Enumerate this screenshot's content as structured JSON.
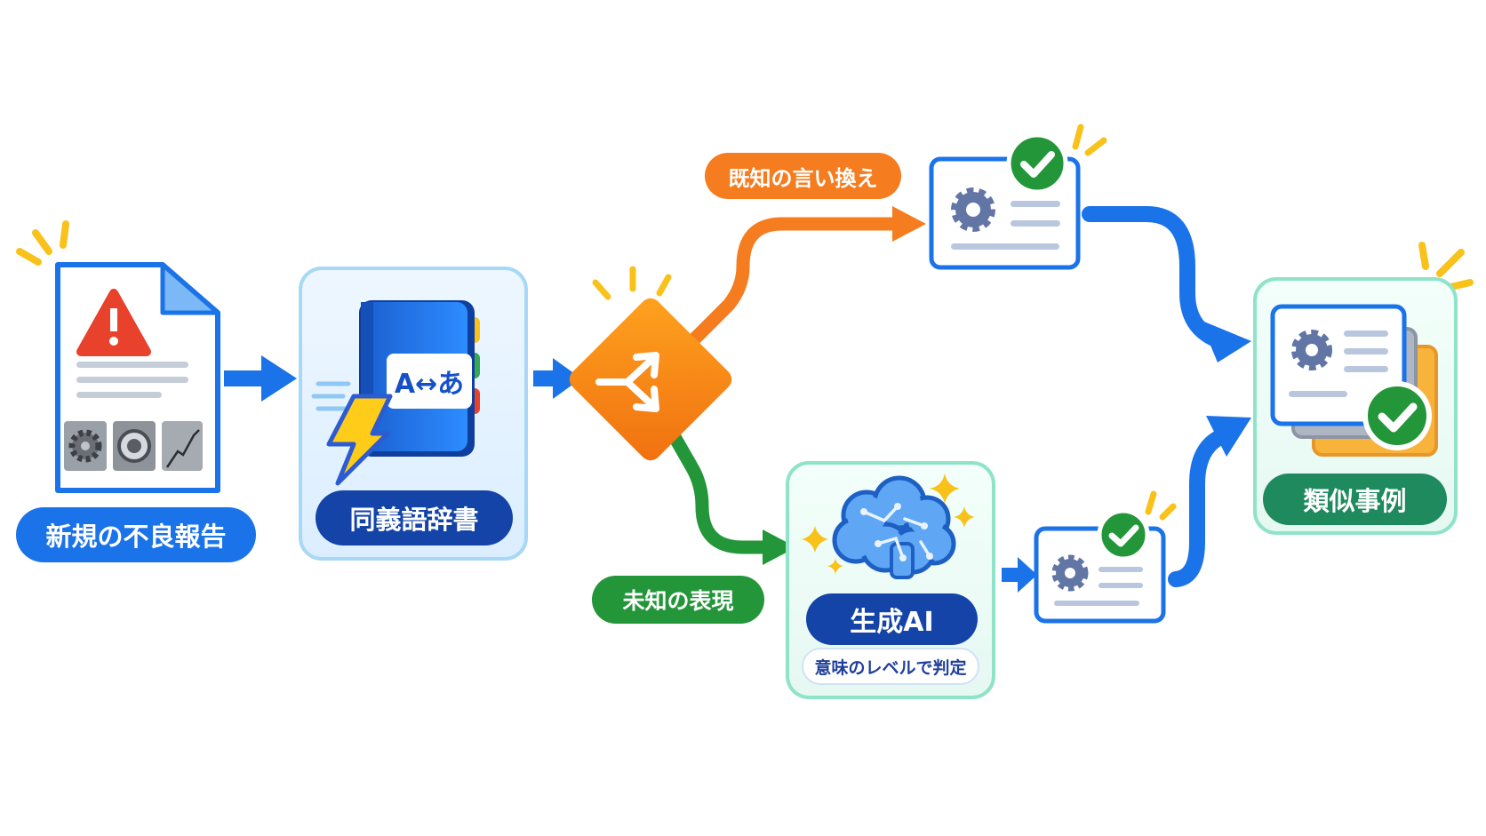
{
  "nodes": {
    "new_report": {
      "label": "新規の不良報告"
    },
    "dictionary": {
      "label": "同義語辞書",
      "icon_text": "A↔あ"
    },
    "branch": {
      "icon": "branch-split-icon"
    },
    "generative_ai": {
      "label": "生成AI",
      "sublabel": "意味のレベルで判定"
    },
    "similar_cases": {
      "label": "類似事例"
    }
  },
  "branches": {
    "known": {
      "label": "既知の言い換え"
    },
    "unknown": {
      "label": "未知の表現"
    }
  },
  "colors": {
    "blue": "#1a73e8",
    "dark_blue": "#1444a8",
    "orange": "#f57c1f",
    "green": "#23963a",
    "teal": "#1e8a5e",
    "red": "#e8412c",
    "yellow": "#f8c21a"
  }
}
